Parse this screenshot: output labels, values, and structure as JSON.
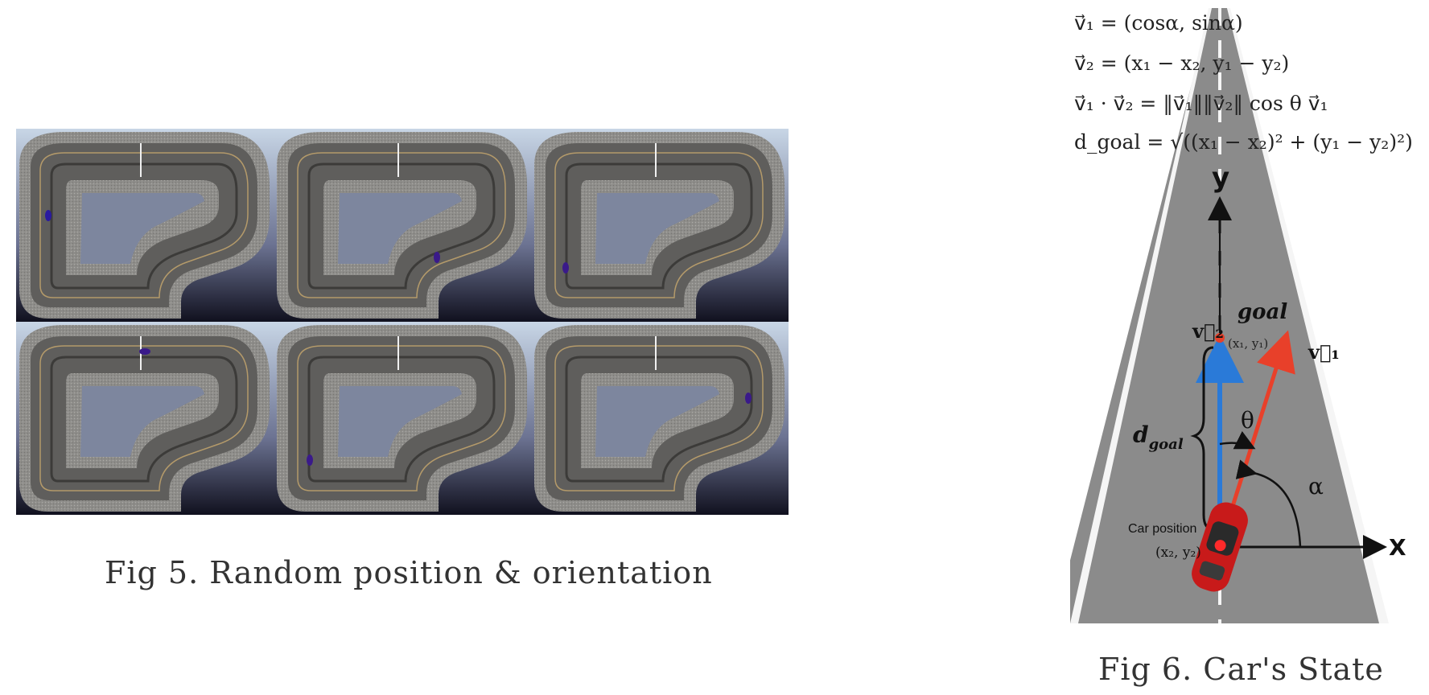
{
  "fig5": {
    "caption": "Fig 5. Random position & orientation",
    "panels": [
      {
        "car": [
          40,
          108
        ]
      },
      {
        "car": [
          203,
          160
        ]
      },
      {
        "car": [
          43,
          173
        ]
      },
      {
        "car": [
          160,
          37
        ]
      },
      {
        "car": [
          45,
          172
        ]
      },
      {
        "car": [
          270,
          95
        ]
      }
    ]
  },
  "fig6": {
    "caption": "Fig 6. Car's State",
    "equations": {
      "eq1": "v⃗₁ = (cosα, sinα)",
      "eq2": "v⃗₂ = (x₁ − x₂, y₁ − y₂)",
      "eq3": "v⃗₁ · v⃗₂ = ‖v⃗₁‖‖v⃗₂‖ cos θ v⃗₁",
      "eq4": "d_goal = √((x₁ − x₂)² + (y₁ − y₂)²)"
    },
    "labels": {
      "y_axis": "y",
      "x_axis": "X",
      "goal": "goal",
      "v2": "v⃗₂",
      "v1": "v⃗₁",
      "goal_point": "(x₁, y₁)",
      "theta": "θ",
      "alpha": "α",
      "d_goal": "d",
      "d_goal_sub": "goal",
      "car_position": "Car position",
      "car_coords": "(x₂, y₂)"
    }
  }
}
